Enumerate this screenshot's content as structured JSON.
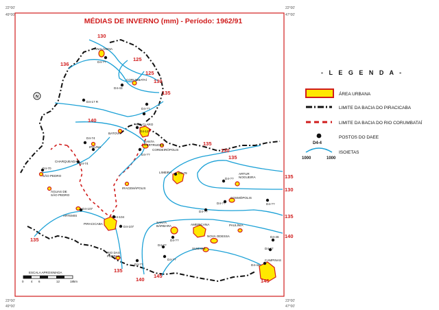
{
  "title": "MÉDIAS DE INVERNO (mm) - Período: 1962/91",
  "coords": {
    "top_left": "22°00'",
    "top_right": "22°00'",
    "left_top": "49°00'",
    "right_top": "47°00'",
    "bottom_left": "23°00'",
    "bottom_right": "23°00'",
    "left_bottom": "49°00'",
    "right_bottom": "47°00'"
  },
  "north_symbol": "N",
  "isoline_labels": [
    "130",
    "125",
    "125",
    "130",
    "135",
    "136",
    "140",
    "135",
    "130",
    "135",
    "135",
    "130",
    "135",
    "140",
    "135",
    "140",
    "145",
    "145"
  ],
  "cities": [
    "ANALÂNDIA",
    "CORUMBATAÍ",
    "RIO CLARO",
    "BATOVI",
    "IPEÚNA",
    "SANTA\nGERTRUDES",
    "CORDEIRÓPOLIS",
    "CHARQUEADA",
    "SÃO PEDRO",
    "ÁGUAS DE\nSÃO PEDRO",
    "IRACEMÁPOLIS",
    "LIMEIRA",
    "ARTUR\nNOGUEIRA",
    "COSMÓPOLIS",
    "ARTEMIS",
    "PIRACICABA",
    "SANTA\nBÁRBARA",
    "AMERICANA",
    "PAULÍNIA",
    "NOVA ODESSA",
    "SUMARÉ",
    "RIO DAS\nPEDRAS",
    "CAMPINAS"
  ],
  "stations": [
    "D4-??",
    "D4-43",
    "D4-??",
    "D4-17 R",
    "D4-12",
    "D4-74",
    "D4-??",
    "D4-74",
    "D4-70",
    "D4-79",
    "D4-??",
    "D4-??",
    "D4-??",
    "D4-??",
    "D4-107",
    "D4-104",
    "D4-107",
    "D4-??",
    "D4-??",
    "D4-??",
    "D4-??",
    "D4-44",
    "D4-47",
    "D4-46"
  ],
  "legend": {
    "heading": "- L E G E N D A -",
    "urban_area": "ÁREA URBANA",
    "piracicaba_boundary": "LIMITE DA BACIA DO PIRACICABA",
    "corumbatai_boundary": "LIMITE DA BACIA DO RIO CORUMBATAÍ",
    "station_label": "POSTOS DO DAEE",
    "station_code": "D4-4",
    "isohyet_label": "ISOIETAS",
    "isohyet_values": [
      "1000",
      "1000"
    ]
  },
  "scale": {
    "title": "ESCALA APROXIMADA",
    "ticks": [
      "0",
      "4",
      "6",
      "12",
      "18km"
    ]
  },
  "colors": {
    "urban": "#ffe800",
    "urban_border": "#d01c1c",
    "isohyet": "#1aa0d6",
    "basin": "#111111",
    "corumbatai": "#d01c1c",
    "label": "#d01c1c"
  }
}
